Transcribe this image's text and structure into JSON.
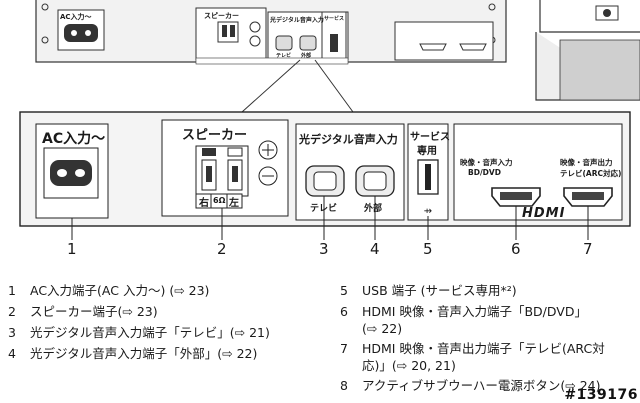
{
  "panel": {
    "ac_label": "AC入力〜",
    "speaker_label": "スピーカー",
    "speaker_sub": "右 6Ω 左",
    "speaker_right": "右",
    "speaker_ohm": "6Ω",
    "speaker_left": "左",
    "optical_label": "光デジタル音声入力",
    "optical_tv": "テレビ",
    "optical_ext": "外部",
    "service_label": "サービス専用",
    "service_line1": "サービス",
    "service_line2": "専用",
    "hdmi_in_label1": "映像・音声入力",
    "hdmi_in_label2": "BD/DVD",
    "hdmi_out_label1": "映像・音声出力",
    "hdmi_out_label2": "テレビ(ARC対応)",
    "hdmi_logo": "HDMI"
  },
  "top_panel": {
    "ac_label": "AC入力〜",
    "speaker_label": "スピーカー",
    "optical_label": "光デジタル音声入力",
    "service_label": "サービス",
    "tv": "テレビ",
    "ext": "外部"
  },
  "callouts": [
    "1",
    "2",
    "3",
    "4",
    "5",
    "6",
    "7"
  ],
  "legend_left": [
    {
      "num": "1",
      "text": "AC入力端子(AC 入力〜) (⇨ 23)"
    },
    {
      "num": "2",
      "text": "スピーカー端子(⇨ 23)"
    },
    {
      "num": "3",
      "text": "光デジタル音声入力端子「テレビ」(⇨ 21)"
    },
    {
      "num": "4",
      "text": "光デジタル音声入力端子「外部」(⇨ 22)"
    }
  ],
  "legend_right": [
    {
      "num": "5",
      "text": "USB 端子 (サービス専用*²)",
      "cont": ""
    },
    {
      "num": "6",
      "text": "HDMI 映像・音声入力端子「BD/DVD」",
      "cont": "(⇨ 22)"
    },
    {
      "num": "7",
      "text": "HDMI 映像・音声出力端子「テレビ(ARC対",
      "cont": "応)」(⇨ 20, 21)"
    },
    {
      "num": "8",
      "text": "アクティブサブウーハー電源ボタン(⇨ 24)",
      "cont": ""
    }
  ],
  "watermark": "#139176"
}
